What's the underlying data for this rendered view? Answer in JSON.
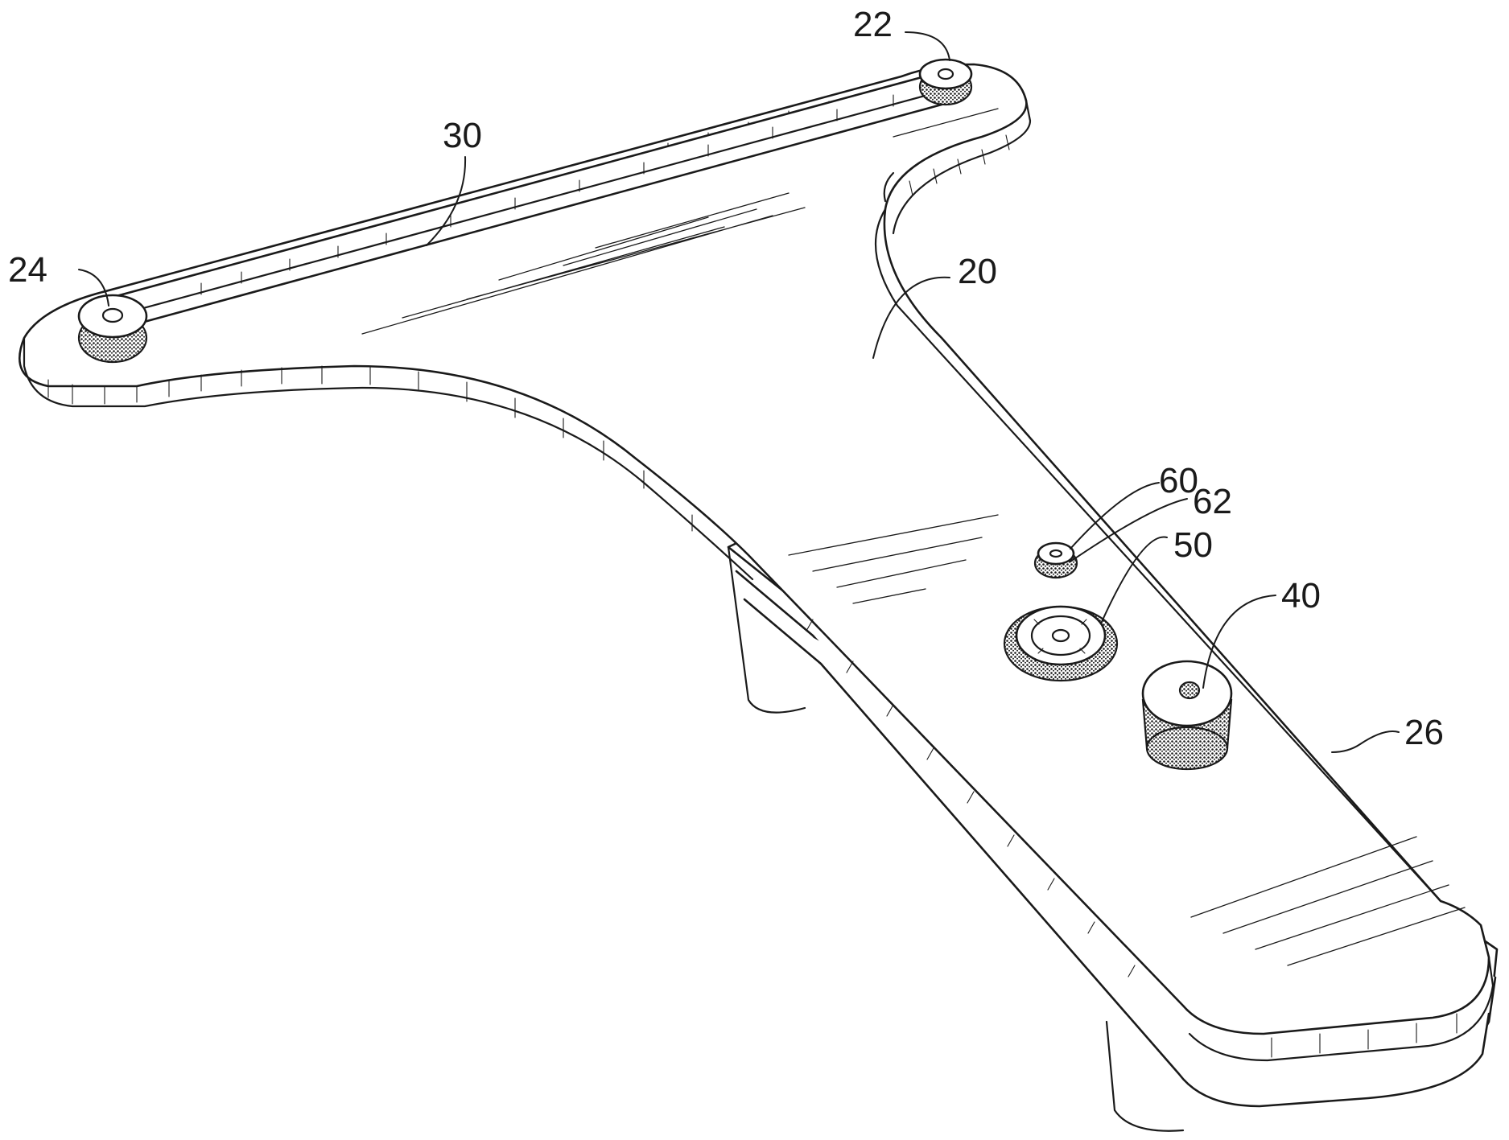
{
  "figure": {
    "reference_numerals": {
      "pad_end_rear": "22",
      "pad_end_front": "24",
      "slot": "30",
      "body": "20",
      "handle_end": "26",
      "top_knob": "40",
      "dial": "50",
      "small_knob": "60",
      "small_knob_collar": "62"
    }
  },
  "colors": {
    "ink": "#1a1a1a",
    "paper": "#ffffff"
  },
  "icons": {
    "stipple_pattern": "dot-shading"
  }
}
